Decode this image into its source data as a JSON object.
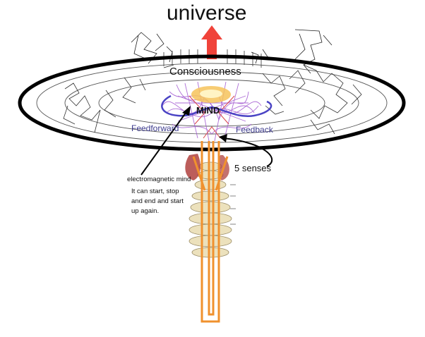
{
  "diagram": {
    "title": "universe",
    "consciousness_label": "Consciousness",
    "mind_label": "MIND",
    "feedforward_label": "Feedforward",
    "feedback_label": "Feedback",
    "senses_label": "5 senses",
    "em_mind_label": "electromagnetic mind",
    "em_mind_note": "It can start, stop\nand end and start\nup again.",
    "colors": {
      "arrow_up": "#f0433a",
      "disc_outline": "#000000",
      "feedback_loop": "#4a43c4",
      "neural_web": "#a055d0",
      "spine_tube": "#f0912e",
      "glow": "#f6c35a"
    }
  }
}
